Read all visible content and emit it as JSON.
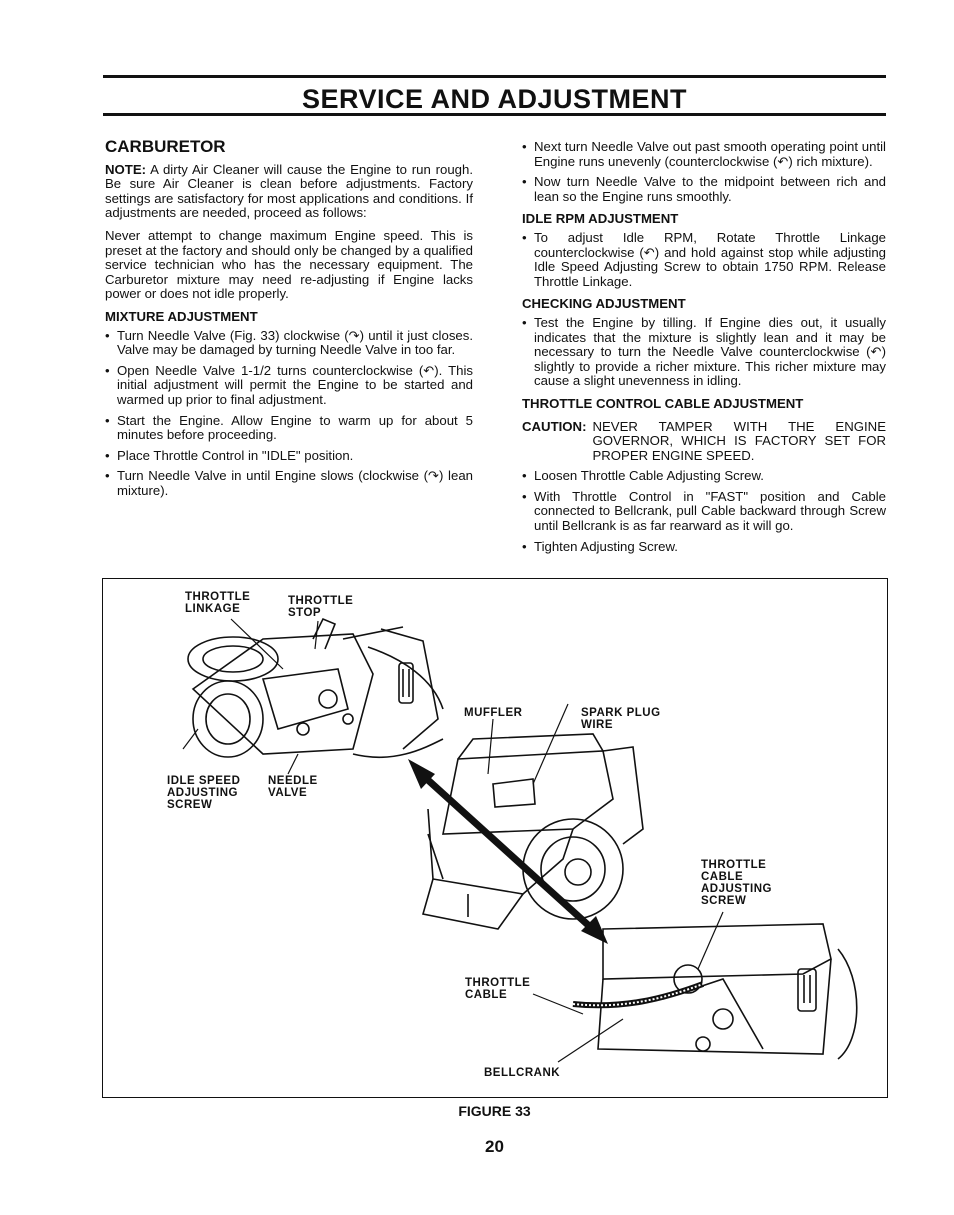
{
  "header": {
    "title": "SERVICE AND ADJUSTMENT"
  },
  "left": {
    "heading": "CARBURETOR",
    "note_label": "NOTE:",
    "note_text": " A dirty Air Cleaner will cause the Engine to run rough. Be sure Air Cleaner is clean before adjustments. Factory settings are satisfactory for most applications and conditions. If adjustments are needed, proceed as follows:",
    "para2": "Never attempt to change maximum Engine speed. This is preset at the factory and should only be changed by a qualified service technician who has the necessary equipment. The Carburetor mixture may need re-adjusting if Engine lacks power or does not idle properly.",
    "mixture_heading": "MIXTURE ADJUSTMENT",
    "mixture_items": [
      "Turn Needle Valve (Fig. 33) clockwise (↷) until it just closes. Valve may be damaged by turning Needle Valve in too far.",
      "Open Needle Valve 1-1/2 turns counterclockwise (↶). This initial adjustment will permit the Engine to be started and warmed up prior to final adjustment.",
      "Start the Engine. Allow Engine to warm up for about 5 minutes before proceeding.",
      "Place Throttle Control in \"IDLE\" position.",
      "Turn Needle Valve in until Engine slows (clockwise (↷) lean mixture)."
    ]
  },
  "right": {
    "cont_items": [
      "Next turn Needle Valve out past smooth operating point until Engine runs unevenly (counterclockwise (↶) rich mixture).",
      "Now turn Needle Valve to the midpoint between rich and lean so the Engine runs smoothly."
    ],
    "idle_heading": "IDLE RPM ADJUSTMENT",
    "idle_items": [
      "To adjust Idle RPM, Rotate Throttle Linkage counterclockwise (↶) and hold against stop while adjusting Idle Speed Adjusting Screw to obtain 1750 RPM. Release Throttle Linkage."
    ],
    "check_heading": "CHECKING ADJUSTMENT",
    "check_items": [
      "Test the Engine by tilling. If Engine dies out, it usually indicates that the mixture is slightly lean and it may be necessary to turn the Needle Valve counterclockwise (↶) slightly to provide a richer mixture. This richer mixture may cause a slight unevenness in idling."
    ],
    "throttle_heading": "THROTTLE CONTROL CABLE ADJUSTMENT",
    "caution_label": "CAUTION:",
    "caution_text": "NEVER TAMPER WITH THE ENGINE GOVERNOR, WHICH IS FACTORY SET FOR PROPER ENGINE SPEED.",
    "throttle_items": [
      "Loosen Throttle Cable Adjusting Screw.",
      "With Throttle Control in \"FAST\" position and Cable connected to Bellcrank, pull Cable backward through Screw until Bellcrank is as far rearward as it will go.",
      "Tighten Adjusting Screw."
    ]
  },
  "figure": {
    "labels": {
      "throttle_linkage": "THROTTLE\nLINKAGE",
      "throttle_stop": "THROTTLE\nSTOP",
      "idle_speed_screw": "IDLE SPEED\nADJUSTING\nSCREW",
      "needle_valve": "NEEDLE\nVALVE",
      "muffler": "MUFFLER",
      "spark_plug_wire": "SPARK PLUG\nWIRE",
      "throttle_cable_screw": "THROTTLE\nCABLE\nADJUSTING\nSCREW",
      "throttle_cable": "THROTTLE\nCABLE",
      "bellcrank": "BELLCRANK"
    },
    "caption": "FIGURE 33"
  },
  "footer": {
    "page_number": "20"
  }
}
